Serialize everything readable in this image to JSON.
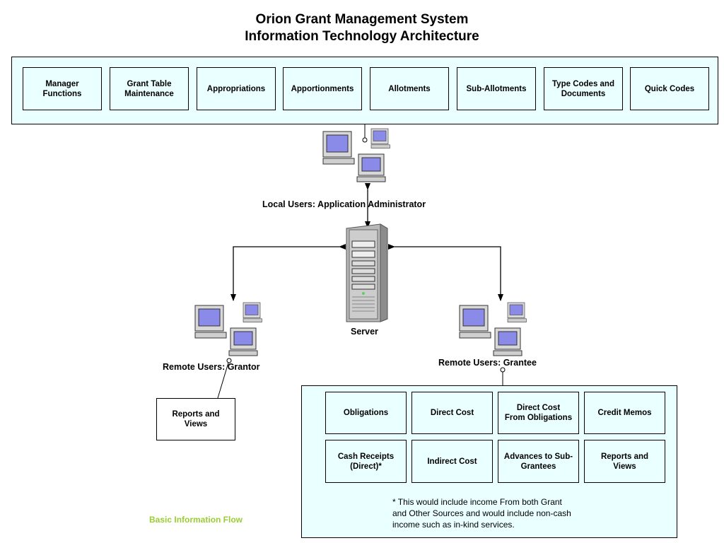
{
  "title": {
    "line1": "Orion Grant Management System",
    "line2": "Information Technology Architecture"
  },
  "modules": [
    "Manager\nFunctions",
    "Grant Table\nMaintenance",
    "Appropriations",
    "Apportionments",
    "Allotments",
    "Sub-Allotments",
    "Type Codes and\nDocuments",
    "Quick Codes"
  ],
  "labels": {
    "local_users": "Local Users: Application Administrator",
    "server": "Server",
    "remote_grantor": "Remote Users: Grantor",
    "remote_grantee": "Remote Users: Grantee"
  },
  "grantor_box": "Reports and\nViews",
  "grantee_functions": [
    "Obligations",
    "Direct Cost",
    "Direct Cost\nFrom Obligations",
    "Credit Memos",
    "Cash Receipts\n(Direct)*",
    "Indirect Cost",
    "Advances to Sub-\nGrantees",
    "Reports and\nViews"
  ],
  "footnote": "* This would include income From both Grant\nand Other Sources and would include non-cash\nincome such as in-kind services.",
  "legend": "Basic Information Flow",
  "colors": {
    "panel_fill": "#eaffff",
    "legend_text": "#9acd32",
    "monitor_screen": "#8a8ae8"
  }
}
